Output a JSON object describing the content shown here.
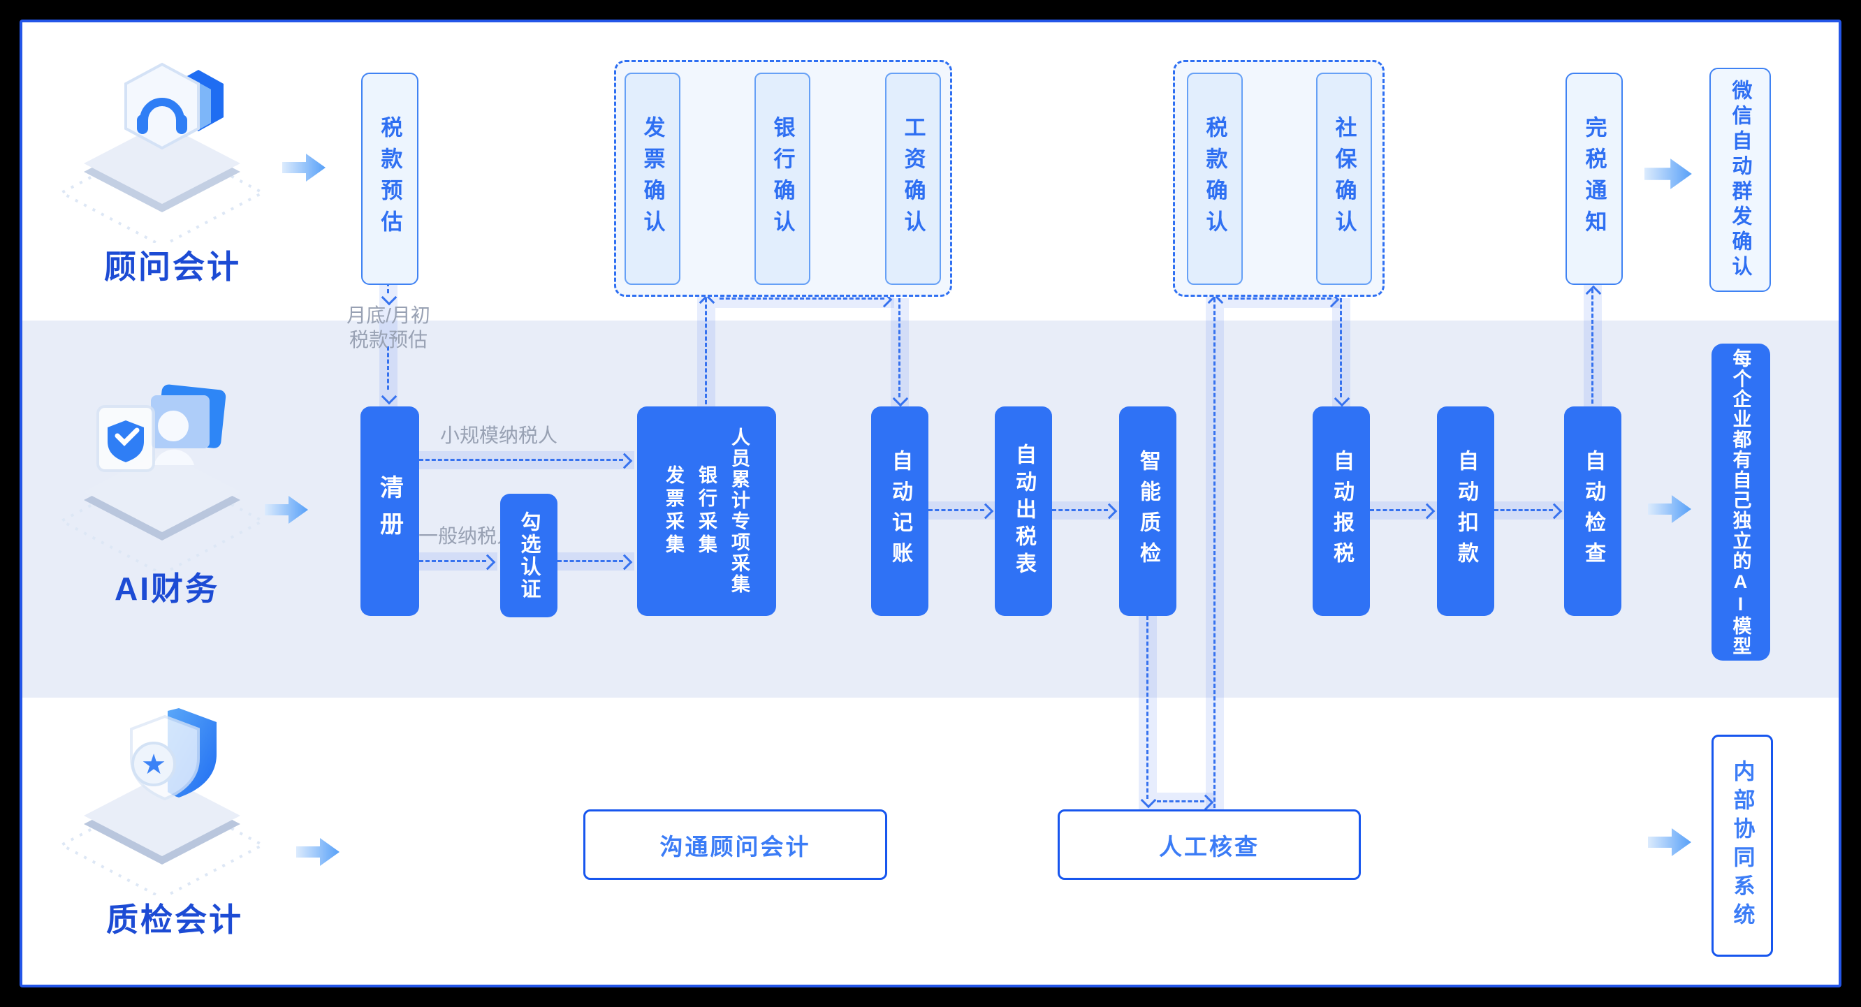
{
  "colors": {
    "accent_blue": "#2e6ff2",
    "node_blue": "#2f72f5",
    "lane_band": "#e8edf8",
    "frame_border": "#2456e8",
    "light_box_fill": "#e2eefd",
    "white_box_border": "#1756ee",
    "gray_label": "#98a1b3",
    "role_label": "#1c4bd4"
  },
  "lanes": {
    "advisor": {
      "label": "顾问会计",
      "icon": "headset-badge-icon"
    },
    "ai": {
      "label": "AI财务",
      "icon": "screens-shield-check-icon"
    },
    "qc": {
      "label": "质检会计",
      "icon": "shield-star-icon"
    }
  },
  "top_row": {
    "tax_estimate": "税款预估",
    "confirm_group1": [
      "发票确认",
      "银行确认",
      "工资确认"
    ],
    "confirm_group2": [
      "税款确认",
      "社保确认"
    ],
    "tax_paid_notice": "完税通知",
    "wechat_group_confirm": "微信自动群发确认"
  },
  "middle_row": {
    "register": "清册",
    "check_certify": "勾选认证",
    "collection": [
      "发票采集",
      "银行采集",
      "人员累计专项采集"
    ],
    "auto_bookkeeping": "自动记账",
    "auto_tax_form": "自动出税表",
    "smart_qc": "智能质检",
    "auto_tax_filing": "自动报税",
    "auto_deduction": "自动扣款",
    "auto_check": "自动检查",
    "ai_model_note": "每个企业都有自己独立的AI模型"
  },
  "bottom_row": {
    "communicate_advisor": "沟通顾问会计",
    "manual_verify": "人工核查",
    "internal_system": "内部协同系统"
  },
  "edge_labels": {
    "monthly_line1": "月底/月初",
    "monthly_line2": "税款预估",
    "small_scale_taxpayer": "小规模纳税人",
    "general_taxpayer": "一般纳税人"
  }
}
